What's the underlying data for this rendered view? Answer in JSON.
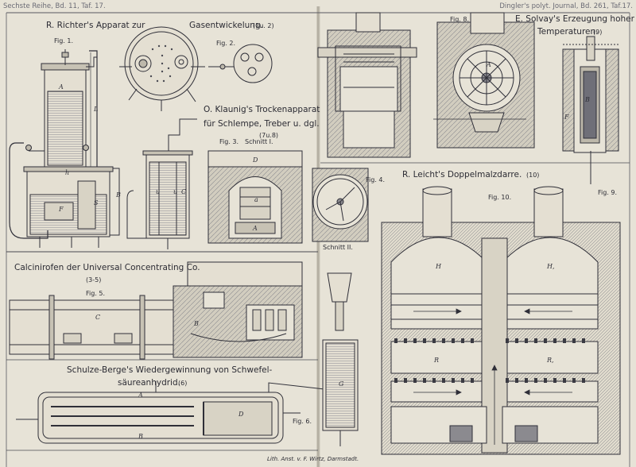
{
  "header": {
    "left": "Sechste Reihe, Bd. 11, Taf. 17.",
    "right": "Dingler's polyt. Journal, Bd. 261, Taf.17."
  },
  "titles": {
    "richter": "R. Richter's Apparat zur",
    "gasentwickelung": "Gasentwickelung.",
    "richter_ref": "(1u. 2)",
    "klaunig_1": "O. Klaunig's Trockenapparat",
    "klaunig_2": "für Schlempe, Treber u. dgl.",
    "klaunig_ref": "(7u.8)",
    "solvay_1": "E. Solvay's Erzeugung hoher",
    "solvay_2": "Temperaturen.",
    "solvay_ref": "(9)",
    "leicht": "R. Leicht's Doppelmalzdarre.",
    "leicht_ref": "(10)",
    "calcinir": "Calcinirofen der Universal Concentrating Co.",
    "calcinir_ref": "(3-5)",
    "schulze_1": "Schulze-Berge's Wiedergewinnung von Schwefel-",
    "schulze_2": "säureanhydrid.",
    "schulze_ref": "(6)"
  },
  "figures": {
    "fig1": "Fig. 1.",
    "fig2": "Fig. 2.",
    "fig3": "Fig. 3.",
    "schnitt1": "Schnitt I.",
    "fig4": "Fig. 4.",
    "schnitt2": "Schnitt II.",
    "fig5": "Fig. 5.",
    "fig6": "Fig. 6.",
    "fig8": "Fig. 8.",
    "fig9": "Fig. 9.",
    "fig10": "Fig. 10."
  },
  "footer": {
    "lithograph": "Lith. Anst. v. F. Wirtz, Darmstadt."
  }
}
